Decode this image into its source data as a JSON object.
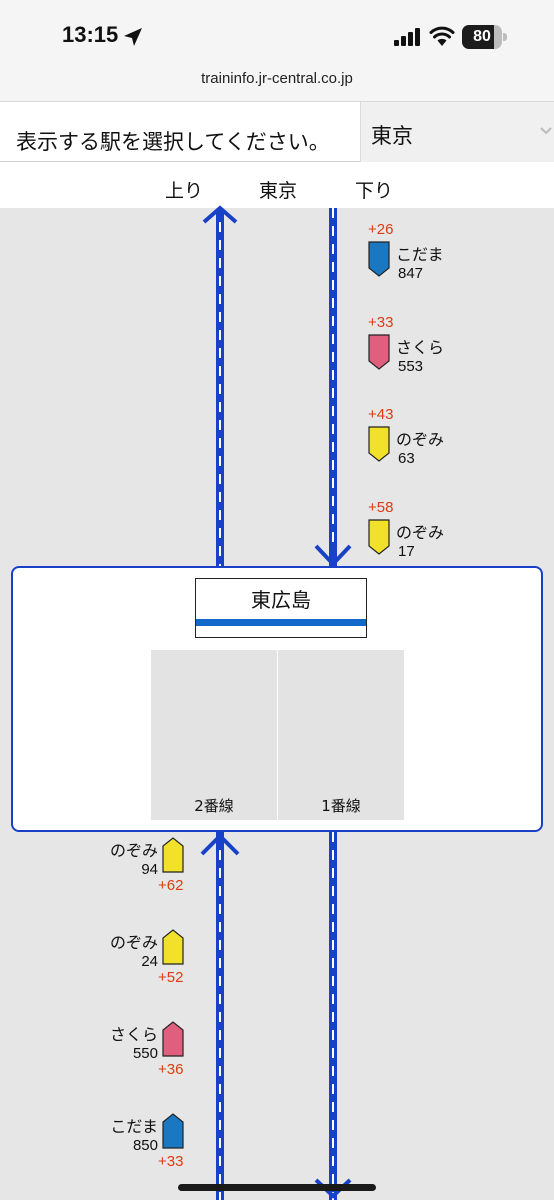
{
  "status_bar": {
    "time": "13:15",
    "battery_level": 80,
    "battery_text": "80",
    "icons": [
      "location-arrow-icon",
      "cellular-signal-icon",
      "wifi-icon",
      "battery-icon"
    ]
  },
  "browser": {
    "url": "traininfo.jr-central.co.jp"
  },
  "station_select": {
    "prompt": "表示する駅を選択してください。",
    "selected": "東京"
  },
  "direction_header": {
    "up": "上り",
    "station": "東京",
    "down": "下り"
  },
  "colors": {
    "track": "#1941c8",
    "kodama": "#1a78c2",
    "sakura": "#e05f7e",
    "nozomi": "#f2e12a",
    "delay": "#e03a12",
    "station_stripe": "#1168c8"
  },
  "down_trains": [
    {
      "delay": "+26",
      "name": "こだま",
      "number": "847",
      "type": "kodama"
    },
    {
      "delay": "+33",
      "name": "さくら",
      "number": "553",
      "type": "sakura"
    },
    {
      "delay": "+43",
      "name": "のぞみ",
      "number": "63",
      "type": "nozomi"
    },
    {
      "delay": "+58",
      "name": "のぞみ",
      "number": "17",
      "type": "nozomi"
    }
  ],
  "station": {
    "name": "東広島",
    "platforms": [
      {
        "label": "2番線"
      },
      {
        "label": "1番線"
      }
    ]
  },
  "up_trains": [
    {
      "name": "のぞみ",
      "number": "94",
      "delay": "+62",
      "type": "nozomi"
    },
    {
      "name": "のぞみ",
      "number": "24",
      "delay": "+52",
      "type": "nozomi"
    },
    {
      "name": "さくら",
      "number": "550",
      "delay": "+36",
      "type": "sakura"
    },
    {
      "name": "こだま",
      "number": "850",
      "delay": "+33",
      "type": "kodama"
    }
  ]
}
